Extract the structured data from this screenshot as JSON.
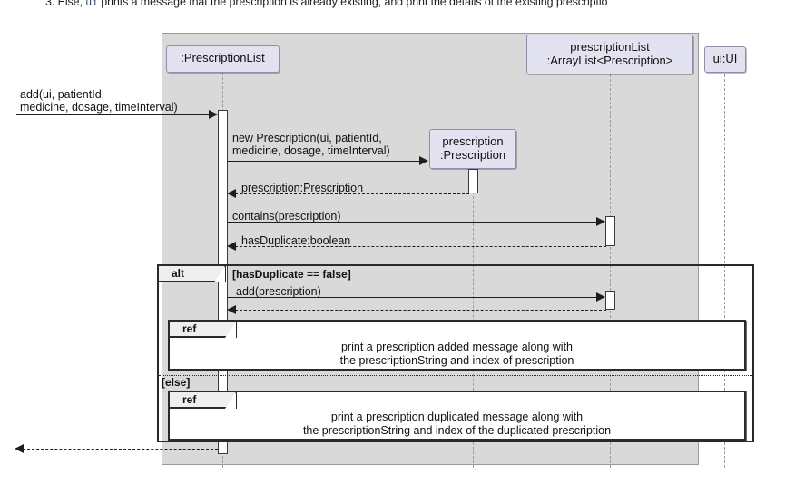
{
  "caption": {
    "text_before": "3. Else, ",
    "code": "ui",
    "text_after": " prints a message that the prescription is already existing, and print the details of the existing prescriptio"
  },
  "diagram": {
    "type": "uml-sequence-diagram",
    "colors": {
      "lifeline_fill": "#E2E2F0",
      "lifeline_border": "#8F8FA8",
      "group_background": "#D9D9D9",
      "frame_border": "#2A2A2A",
      "activation_fill": "#FFFFFF",
      "message_line": "#1D1D1D"
    },
    "participants": [
      {
        "id": "prescriptionList",
        "label": "::PrescriptionList",
        "line1": ":PrescriptionList",
        "line2": ""
      },
      {
        "id": "prescription",
        "label": "prescription:Prescription",
        "line1": "prescription",
        "line2": ":Prescription"
      },
      {
        "id": "arrayList",
        "label": "prescriptionList:ArrayList<Prescription>",
        "line1": "prescriptionList",
        "line2": ":ArrayList<Prescription>"
      },
      {
        "id": "ui",
        "label": "ui:UI",
        "line1": "ui:UI",
        "line2": ""
      }
    ],
    "messages": [
      {
        "id": "m1",
        "kind": "call",
        "from": "actor",
        "to": "prescriptionList",
        "line1": "add(ui, patientId,",
        "line2": "medicine, dosage, timeInterval)"
      },
      {
        "id": "m2",
        "kind": "create",
        "from": "prescriptionList",
        "to": "prescription",
        "line1": "new Prescription(ui, patientId,",
        "line2": "medicine, dosage, timeInterval)"
      },
      {
        "id": "m3",
        "kind": "return",
        "from": "prescription",
        "to": "prescriptionList",
        "line1": "prescription:Prescription",
        "line2": ""
      },
      {
        "id": "m4",
        "kind": "call",
        "from": "prescriptionList",
        "to": "arrayList",
        "line1": "contains(prescription)",
        "line2": ""
      },
      {
        "id": "m5",
        "kind": "return",
        "from": "arrayList",
        "to": "prescriptionList",
        "line1": "hasDuplicate:boolean",
        "line2": ""
      },
      {
        "id": "m6",
        "kind": "call",
        "from": "prescriptionList",
        "to": "arrayList",
        "line1": "add(prescription)",
        "line2": ""
      },
      {
        "id": "m7",
        "kind": "return",
        "from": "arrayList",
        "to": "prescriptionList",
        "line1": "",
        "line2": ""
      },
      {
        "id": "m8",
        "kind": "return",
        "from": "prescriptionList",
        "to": "actor",
        "line1": "",
        "line2": ""
      }
    ],
    "fragments": [
      {
        "id": "alt",
        "operator": "alt",
        "guards": [
          {
            "id": "guard-true",
            "label": "[hasDuplicate == false]"
          },
          {
            "id": "guard-else",
            "label": "[else]"
          }
        ]
      },
      {
        "id": "ref-added",
        "operator": "ref",
        "line1": "print a prescription added message along with",
        "line2": "the prescriptionString and index of prescription"
      },
      {
        "id": "ref-duplicated",
        "operator": "ref",
        "line1": "print a prescription duplicated message along with",
        "line2": "the prescriptionString and index of the duplicated prescription"
      }
    ]
  }
}
